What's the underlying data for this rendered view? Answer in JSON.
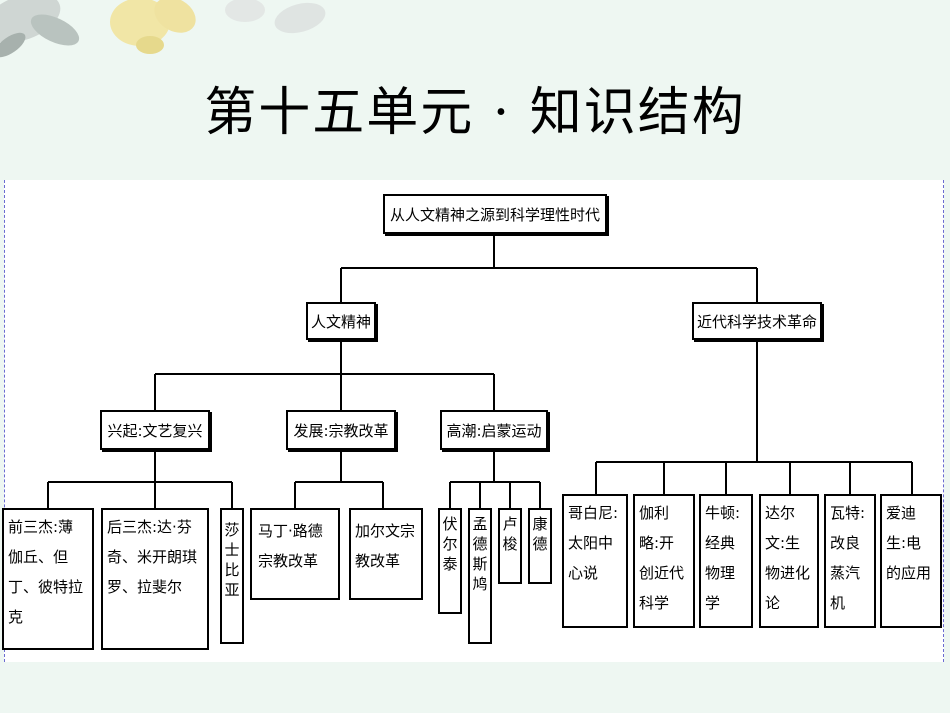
{
  "title": "第十五单元 · 知识结构",
  "root": "从人文精神之源到科学理性时代",
  "branches": {
    "humanism": "人文精神",
    "science": "近代科学技术革命"
  },
  "humanism_stages": {
    "rise": "兴起:文艺复兴",
    "development": "发展:宗教改革",
    "climax": "高潮:启蒙运动"
  },
  "renaissance_leaves": {
    "early_three": "前三杰:薄伽丘、但丁、彼特拉克",
    "late_three": "后三杰:达·芬奇、米开朗琪罗、拉斐尔",
    "shakespeare": "莎士比亚"
  },
  "reformation_leaves": {
    "luther": "马丁·路德宗教改革",
    "calvin": "加尔文宗教改革"
  },
  "enlightenment_leaves": {
    "voltaire": "伏尔泰",
    "montesquieu": "孟德斯鸠",
    "rousseau": "卢梭",
    "kant": "康德"
  },
  "science_leaves": {
    "copernicus": "哥白尼:太阳中心说",
    "galileo": "伽利略:开创近代科学",
    "newton": "牛顿:经典物理学",
    "darwin": "达尔文:生物进化论",
    "watt": "瓦特:改良蒸汽机",
    "edison": "爱迪生:电的应用"
  }
}
